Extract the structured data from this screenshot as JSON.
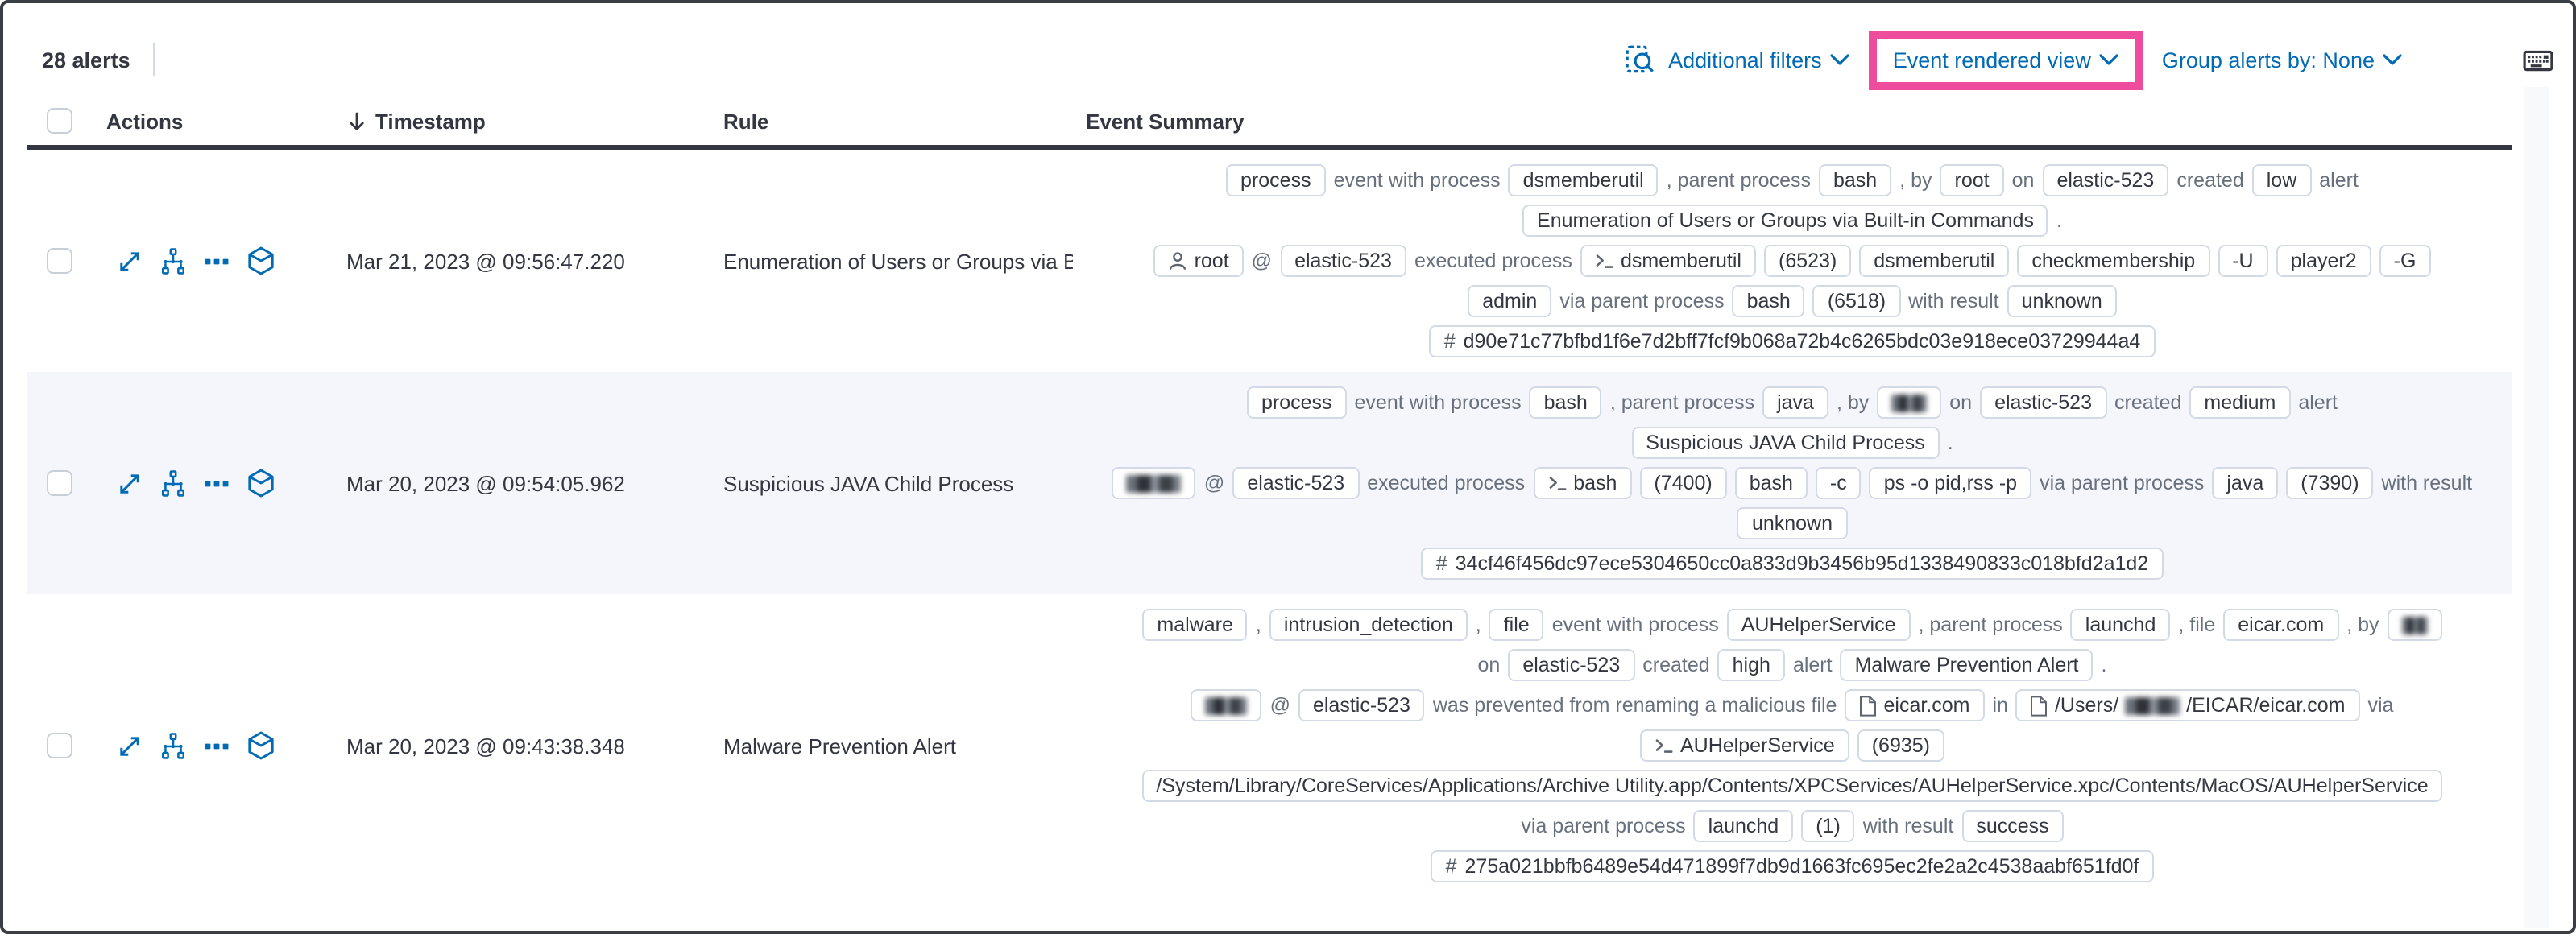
{
  "toolbar": {
    "alert_count": "28 alerts",
    "inspect_icon": "inspect-icon",
    "additional_filters_label": "Additional filters",
    "event_rendered_view_label": "Event rendered view",
    "group_alerts_by_label": "Group alerts by: None",
    "keyboard_icon": "keyboard-shortcuts-icon",
    "highlight_color": "#EE4C9D"
  },
  "colors": {
    "link_blue": "#006BB4",
    "text_dark": "#343741",
    "text_gray": "#69707D",
    "badge_border": "#D3DAE6",
    "row_stripe": "#F4F6FB",
    "header_rule": "#343741"
  },
  "table": {
    "columns": [
      "Actions",
      "Timestamp",
      "Rule",
      "Event Summary"
    ],
    "sort_icon": "arrow-down-icon",
    "action_icon_names": [
      "expand-icon",
      "analyze-event-icon",
      "more-actions-icon",
      "investigate-in-timeline-icon"
    ],
    "rows": [
      {
        "timestamp": "Mar 21, 2023 @ 09:56:47.220",
        "rule": "Enumeration of Users or Groups via Bui",
        "summary_lines": [
          [
            {
              "b": "process"
            },
            {
              "x": "event with process"
            },
            {
              "b": "dsmemberutil"
            },
            {
              "x": ", parent process"
            },
            {
              "b": "bash"
            },
            {
              "x": ", by"
            },
            {
              "b": "root"
            },
            {
              "x": "on"
            },
            {
              "b": "elastic-523"
            },
            {
              "x": "created"
            },
            {
              "b": "low"
            },
            {
              "x": "alert"
            }
          ],
          [
            {
              "b": "Enumeration of Users or Groups via Built-in Commands"
            },
            {
              "x": "."
            }
          ],
          [
            {
              "b": "root",
              "i": "user"
            },
            {
              "x": "@"
            },
            {
              "b": "elastic-523"
            },
            {
              "x": "executed process"
            },
            {
              "b": "dsmemberutil",
              "i": "terminal"
            },
            {
              "b": "(6523)"
            },
            {
              "b": "dsmemberutil"
            },
            {
              "b": "checkmembership"
            },
            {
              "b": "-U"
            },
            {
              "b": "player2"
            },
            {
              "b": "-G"
            }
          ],
          [
            {
              "b": "admin"
            },
            {
              "x": "via parent process"
            },
            {
              "b": "bash"
            },
            {
              "b": "(6518)"
            },
            {
              "x": "with result"
            },
            {
              "b": "unknown"
            }
          ],
          [
            {
              "b": "d90e71c77bfbd1f6e7d2bff7fcf9b068a72b4c6265bdc03e918ece03729944a4",
              "i": "hash"
            }
          ]
        ]
      },
      {
        "timestamp": "Mar 20, 2023 @ 09:54:05.962",
        "rule": "Suspicious JAVA Child Process",
        "summary_lines": [
          [
            {
              "b": "process"
            },
            {
              "x": "event with process"
            },
            {
              "b": "bash"
            },
            {
              "x": ", parent process"
            },
            {
              "b": "java"
            },
            {
              "x": ", by"
            },
            {
              "blur": 22
            },
            {
              "x": "on"
            },
            {
              "b": "elastic-523"
            },
            {
              "x": "created"
            },
            {
              "b": "medium"
            },
            {
              "x": "alert"
            }
          ],
          [
            {
              "b": "Suspicious JAVA Child Process"
            },
            {
              "x": "."
            }
          ],
          [
            {
              "blur": 34
            },
            {
              "x": "@"
            },
            {
              "b": "elastic-523"
            },
            {
              "x": "executed process"
            },
            {
              "b": "bash",
              "i": "terminal"
            },
            {
              "b": "(7400)"
            },
            {
              "b": "bash"
            },
            {
              "b": "-c"
            },
            {
              "b": "ps -o pid,rss -p"
            },
            {
              "x": "via parent process"
            },
            {
              "b": "java"
            },
            {
              "b": "(7390)"
            },
            {
              "x": "with result"
            }
          ],
          [
            {
              "b": "unknown"
            }
          ],
          [
            {
              "b": "34cf46f456dc97ece5304650cc0a833d9b3456b95d1338490833c018bfd2a1d2",
              "i": "hash"
            }
          ]
        ]
      },
      {
        "timestamp": "Mar 20, 2023 @ 09:43:38.348",
        "rule": "Malware Prevention Alert",
        "summary_lines": [
          [
            {
              "b": "malware"
            },
            {
              "x": ","
            },
            {
              "b": "intrusion_detection"
            },
            {
              "x": ","
            },
            {
              "b": "file"
            },
            {
              "x": "event with process"
            },
            {
              "b": "AUHelperService"
            },
            {
              "x": ", parent process"
            },
            {
              "b": "launchd"
            },
            {
              "x": ", file"
            },
            {
              "b": "eicar.com"
            },
            {
              "x": ", by"
            },
            {
              "blur": 16
            }
          ],
          [
            {
              "x": "on"
            },
            {
              "b": "elastic-523"
            },
            {
              "x": "created"
            },
            {
              "b": "high"
            },
            {
              "x": "alert"
            },
            {
              "b": "Malware Prevention Alert"
            },
            {
              "x": "."
            }
          ],
          [
            {
              "blur": 26
            },
            {
              "x": "@"
            },
            {
              "b": "elastic-523"
            },
            {
              "x": "was prevented from renaming a malicious file"
            },
            {
              "b": "eicar.com",
              "i": "document"
            },
            {
              "x": "in"
            },
            {
              "parts": [
                {
                  "t": "/Users/"
                },
                {
                  "blur": 34
                },
                {
                  "t": "/EICAR/eicar.com"
                }
              ],
              "i": "document"
            },
            {
              "x": "via"
            }
          ],
          [
            {
              "b": "AUHelperService",
              "i": "terminal"
            },
            {
              "b": "(6935)"
            }
          ],
          [
            {
              "b": "/System/Library/CoreServices/Applications/Archive Utility.app/Contents/XPCServices/AUHelperService.xpc/Contents/MacOS/AUHelperService"
            }
          ],
          [
            {
              "x": "via parent process"
            },
            {
              "b": "launchd"
            },
            {
              "b": "(1)"
            },
            {
              "x": "with result"
            },
            {
              "b": "success"
            }
          ],
          [
            {
              "b": "275a021bbfb6489e54d471899f7db9d1663fc695ec2fe2a2c4538aabf651fd0f",
              "i": "hash"
            }
          ]
        ]
      }
    ]
  }
}
